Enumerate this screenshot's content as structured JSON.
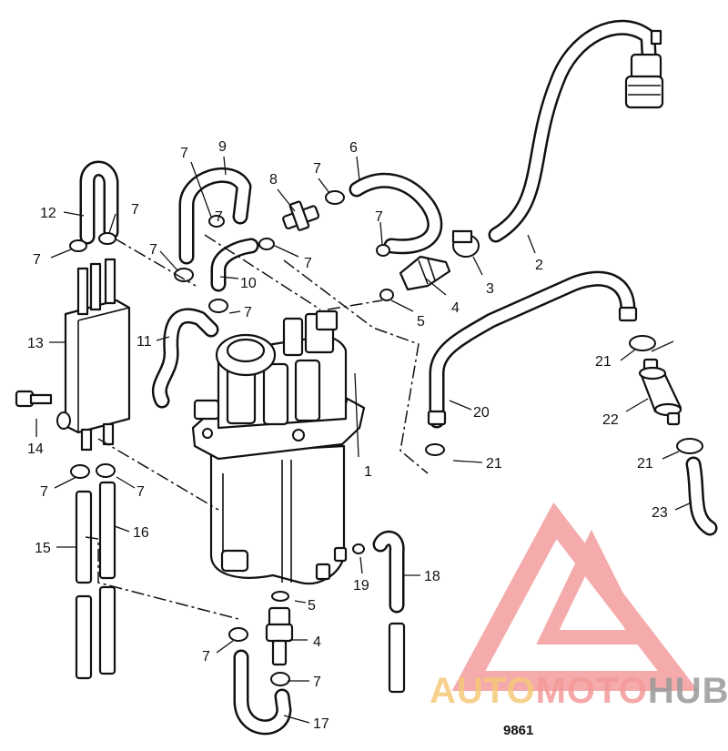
{
  "diagram": {
    "figure_number": "9861",
    "callouts": [
      {
        "id": "c1",
        "label": "1"
      },
      {
        "id": "c2",
        "label": "2"
      },
      {
        "id": "c3",
        "label": "3"
      },
      {
        "id": "c4a",
        "label": "4"
      },
      {
        "id": "c4b",
        "label": "4"
      },
      {
        "id": "c5a",
        "label": "5"
      },
      {
        "id": "c5b",
        "label": "5"
      },
      {
        "id": "c6",
        "label": "6"
      },
      {
        "id": "c7a",
        "label": "7"
      },
      {
        "id": "c7b",
        "label": "7"
      },
      {
        "id": "c7c",
        "label": "7"
      },
      {
        "id": "c7d",
        "label": "7"
      },
      {
        "id": "c7e",
        "label": "7"
      },
      {
        "id": "c7f",
        "label": "7"
      },
      {
        "id": "c7g",
        "label": "7"
      },
      {
        "id": "c7h",
        "label": "7"
      },
      {
        "id": "c7i",
        "label": "7"
      },
      {
        "id": "c7j",
        "label": "7"
      },
      {
        "id": "c7k",
        "label": "7"
      },
      {
        "id": "c7l",
        "label": "7"
      },
      {
        "id": "c7m",
        "label": "7"
      },
      {
        "id": "c8",
        "label": "8"
      },
      {
        "id": "c9",
        "label": "9"
      },
      {
        "id": "c10",
        "label": "10"
      },
      {
        "id": "c11",
        "label": "11"
      },
      {
        "id": "c12",
        "label": "12"
      },
      {
        "id": "c13",
        "label": "13"
      },
      {
        "id": "c14",
        "label": "14"
      },
      {
        "id": "c15",
        "label": "15"
      },
      {
        "id": "c16",
        "label": "16"
      },
      {
        "id": "c17",
        "label": "17"
      },
      {
        "id": "c18",
        "label": "18"
      },
      {
        "id": "c19",
        "label": "19"
      },
      {
        "id": "c20",
        "label": "20"
      },
      {
        "id": "c21a",
        "label": "21"
      },
      {
        "id": "c21b",
        "label": "21"
      },
      {
        "id": "c21c",
        "label": "21"
      },
      {
        "id": "c22",
        "label": "22"
      },
      {
        "id": "c23",
        "label": "23"
      }
    ]
  },
  "watermark": {
    "part1": "AUTO",
    "part2": "MOTO",
    "part3": "HUB",
    "color_part1": "#f5c97a",
    "color_part2": "#f49a9a",
    "color_part3": "#9a9a9a",
    "logo_color": "#f4a3a3"
  }
}
